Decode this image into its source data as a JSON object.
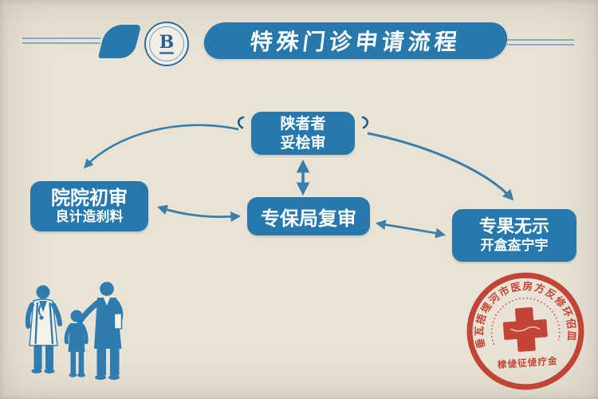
{
  "colors": {
    "background": "#e9e3d6",
    "primary_blue": "#2678ad",
    "arrow_blue": "#3a7fab",
    "stamp_red": "#c0392b",
    "text_white": "#ffffff"
  },
  "header": {
    "title": "特殊门诊申请流程",
    "logo_letter": "B"
  },
  "flowchart": {
    "top_box": {
      "line1": "陕者者",
      "line2": "妥桧审"
    },
    "left_box": {
      "line1": "院院初审",
      "line2": "良计造刹料"
    },
    "center_box": {
      "line1": "专保局复审"
    },
    "right_box": {
      "line1": "专果无示",
      "line2": "开盒盇宁宇"
    }
  },
  "stamp": {
    "arc_text": "垂瓦捂埋河市医房方反修环佋皿",
    "bottom_text": "棣偼征偼疗金",
    "center_icon": "red-cross-icon"
  },
  "illustration": {
    "icon": "doctor-child-parent-silhouette-icon"
  }
}
